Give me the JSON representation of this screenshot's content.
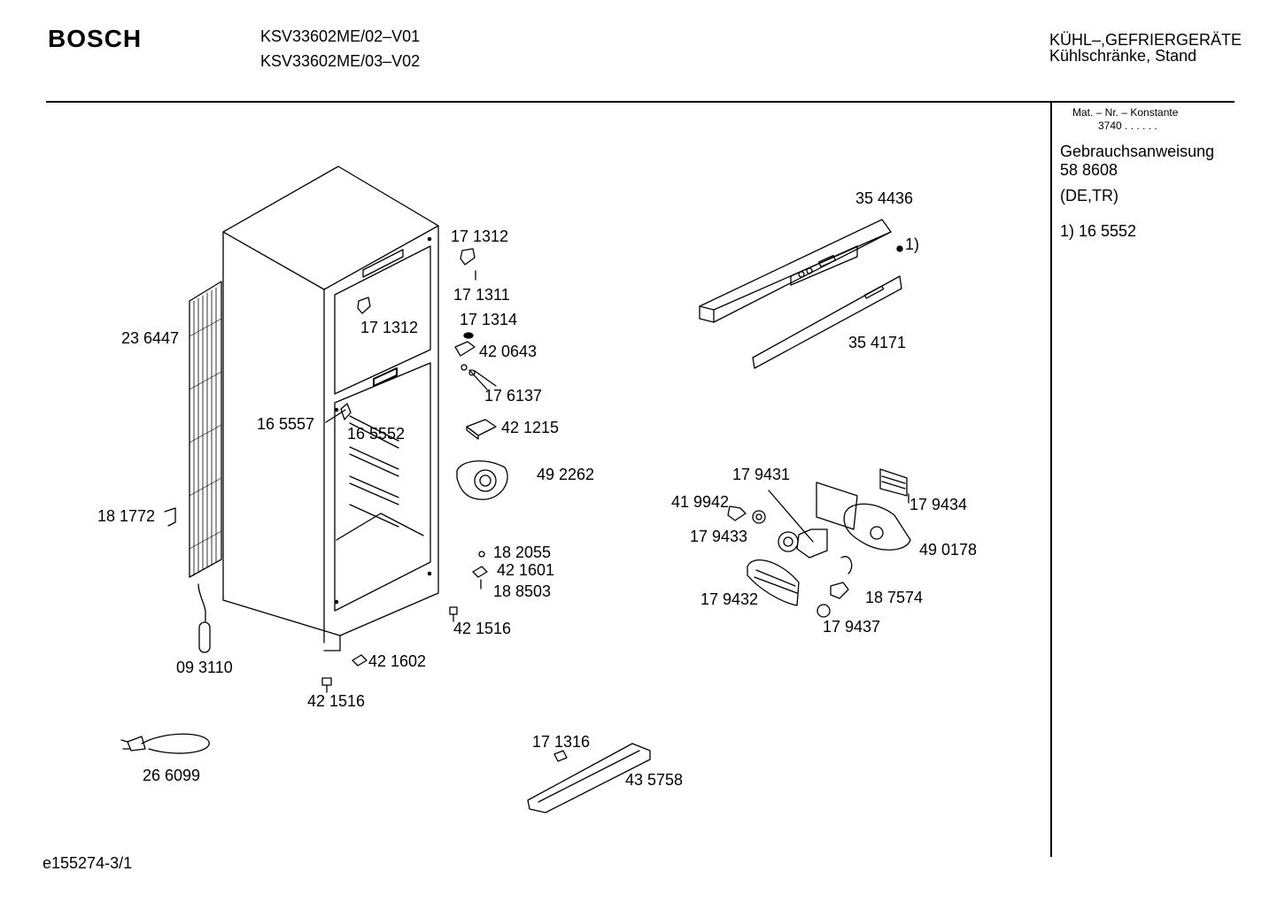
{
  "header": {
    "brand": "BOSCH",
    "models": [
      "KSV33602ME/02–V01",
      "KSV33602ME/03–V02"
    ],
    "category_title": "KÜHL–,GEFRIERGERÄTE",
    "category_subtitle": "Kühlschränke, Stand"
  },
  "sidebar": {
    "mat_label": "Mat. – Nr. – Konstante",
    "mat_value": "3740 .  .   .  .  .  .",
    "manual_label": "Gebrauchsanweisung",
    "manual_number": "58 8608",
    "languages": "(DE,TR)",
    "footnote": "1)  16 5552"
  },
  "parts": [
    {
      "id": "p171312a",
      "label": "17 1312"
    },
    {
      "id": "p171311",
      "label": "17 1311"
    },
    {
      "id": "p171312b",
      "label": "17 1312"
    },
    {
      "id": "p171314",
      "label": "17 1314"
    },
    {
      "id": "p420643",
      "label": "42 0643"
    },
    {
      "id": "p176137",
      "label": "17 6137"
    },
    {
      "id": "p236447",
      "label": "23 6447"
    },
    {
      "id": "p165557",
      "label": "16 5557"
    },
    {
      "id": "p165552",
      "label": "16 5552"
    },
    {
      "id": "p421215",
      "label": "42 1215"
    },
    {
      "id": "p492262",
      "label": "49 2262"
    },
    {
      "id": "p181772",
      "label": "18 1772"
    },
    {
      "id": "p182055",
      "label": "18 2055"
    },
    {
      "id": "p421601",
      "label": "42 1601"
    },
    {
      "id": "p188503",
      "label": "18 8503"
    },
    {
      "id": "p421516a",
      "label": "42 1516"
    },
    {
      "id": "p421602",
      "label": "42 1602"
    },
    {
      "id": "p421516b",
      "label": "42 1516"
    },
    {
      "id": "p093110",
      "label": "09 3110"
    },
    {
      "id": "p266099",
      "label": "26 6099"
    },
    {
      "id": "p171316",
      "label": "17 1316"
    },
    {
      "id": "p435758",
      "label": "43 5758"
    },
    {
      "id": "p354436",
      "label": "35 4436"
    },
    {
      "id": "pnote1",
      "label": "1)"
    },
    {
      "id": "p354171",
      "label": "35 4171"
    },
    {
      "id": "p179431",
      "label": "17 9431"
    },
    {
      "id": "p419942",
      "label": "41 9942"
    },
    {
      "id": "p179434",
      "label": "17 9434"
    },
    {
      "id": "p179433",
      "label": "17 9433"
    },
    {
      "id": "p490178",
      "label": "49 0178"
    },
    {
      "id": "p179432",
      "label": "17 9432"
    },
    {
      "id": "p187574",
      "label": "18 7574"
    },
    {
      "id": "p179437",
      "label": "17 9437"
    }
  ],
  "footer": {
    "drawing_id": "e155274-3/1"
  }
}
